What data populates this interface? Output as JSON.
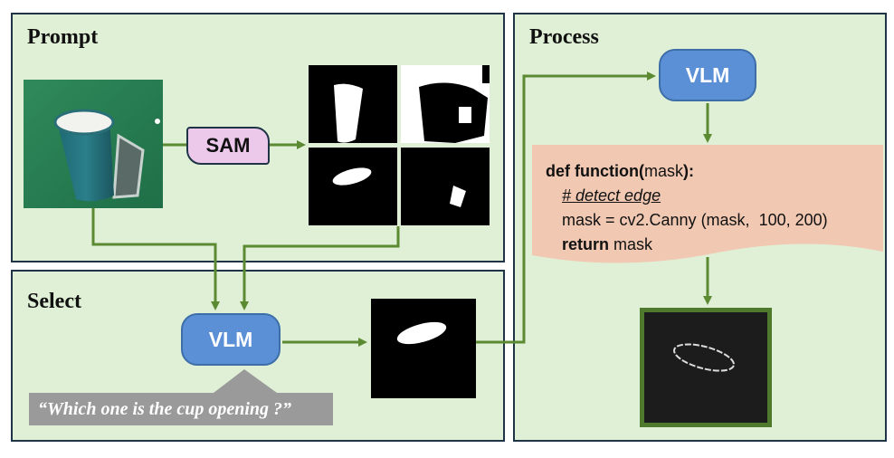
{
  "panels": {
    "prompt": {
      "title": "Prompt"
    },
    "select": {
      "title": "Select"
    },
    "process": {
      "title": "Process"
    }
  },
  "nodes": {
    "sam": "SAM",
    "vlm_select": "VLM",
    "vlm_process": "VLM"
  },
  "query": "“Which one is the cup opening ?”",
  "code": {
    "line1_kw": "def function(",
    "line1_arg": "mask",
    "line1_end": "):",
    "comment": "# detect edge",
    "assign": "mask = cv2.Canny (mask,  100, 200)",
    "return_kw": "return",
    "return_val": " mask"
  },
  "colors": {
    "panel_bg": "#e0f0d6",
    "arrow": "#5c8a32",
    "vlm": "#5b8fd6",
    "sam": "#ecc8ea",
    "code_bg": "#f1c8b2"
  }
}
